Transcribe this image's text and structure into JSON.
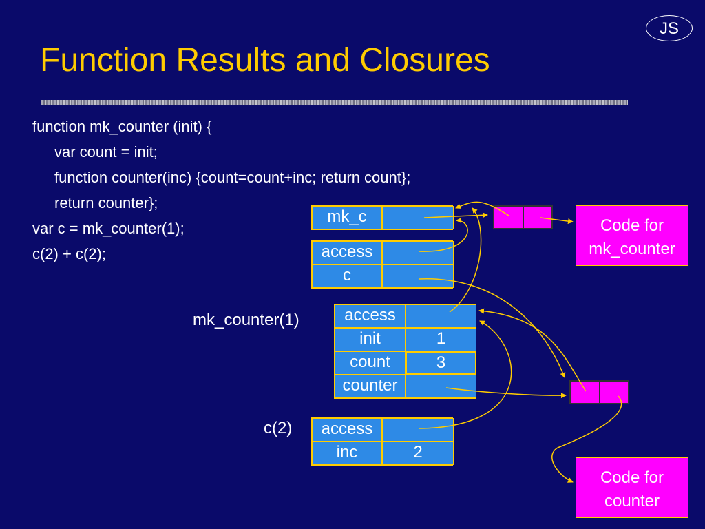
{
  "badge": "JS",
  "title": "Function Results and Closures",
  "code_lines": [
    "function mk_counter (init) {",
    "var count = init;",
    "function counter(inc) {count=count+inc; return count};",
    "return counter};",
    "var c  = mk_counter(1);",
    "c(2) + c(2);"
  ],
  "global_frame": {
    "rows": [
      {
        "name": "mk_c",
        "value": ""
      }
    ]
  },
  "script_frame": {
    "rows": [
      {
        "name": "access",
        "value": ""
      },
      {
        "name": "c",
        "value": ""
      }
    ]
  },
  "mk_counter_frame": {
    "label": "mk_counter(1)",
    "rows": [
      {
        "name": "access",
        "value": ""
      },
      {
        "name": "init",
        "value": "1"
      },
      {
        "name": "count",
        "value": "3"
      },
      {
        "name": "counter",
        "value": ""
      }
    ]
  },
  "c_frame": {
    "label": "c(2)",
    "rows": [
      {
        "name": "access",
        "value": ""
      },
      {
        "name": "inc",
        "value": "2"
      }
    ]
  },
  "code_boxes": {
    "mk_counter": "Code for mk_counter",
    "counter": "Code for counter"
  },
  "colors": {
    "background": "#0a0a6a",
    "title": "#ffcc00",
    "cell": "#2e8ae6",
    "closure": "#ff00ff",
    "arrow": "#ffcc00"
  }
}
